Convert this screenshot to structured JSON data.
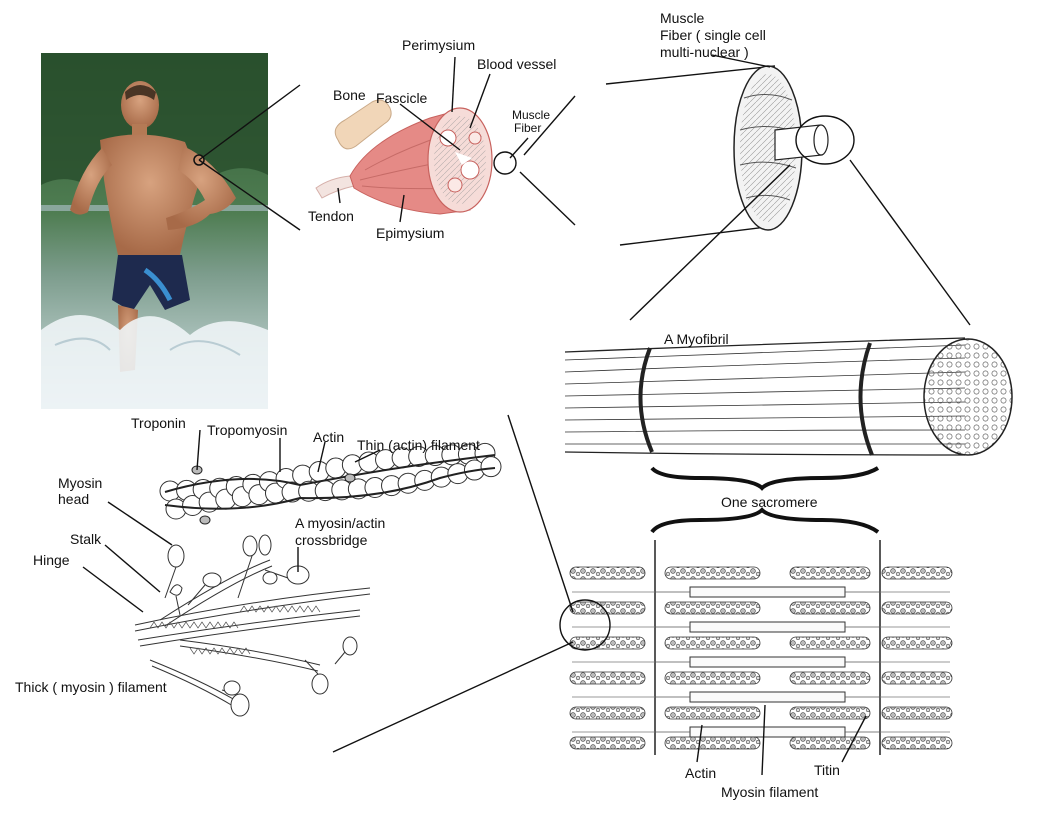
{
  "labels": {
    "bone": "Bone",
    "perimysium": "Perimysium",
    "blood_vessel": "Blood vessel",
    "fascicle": "Fascicle",
    "muscle_fiber_small_1": "Muscle",
    "muscle_fiber_small_2": "Fiber",
    "tendon": "Tendon",
    "epimysium": "Epimysium",
    "muscle_fiber_line1": "Muscle",
    "muscle_fiber_line2": "Fiber ( single cell",
    "muscle_fiber_line3": "multi-nuclear )",
    "myofibril": "A Myofibril",
    "one_sarcomere": "One sacromere",
    "troponin": "Troponin",
    "tropomyosin": "Tropomyosin",
    "actin_top": "Actin",
    "thin_filament": "Thin (actin) filament",
    "myosin_head_1": "Myosin",
    "myosin_head_2": "head",
    "stalk": "Stalk",
    "hinge": "Hinge",
    "crossbridge_1": "A myosin/actin",
    "crossbridge_2": "crossbridge",
    "thick_filament": "Thick ( myosin ) filament",
    "actin_bottom": "Actin",
    "myosin_filament": "Myosin filament",
    "titin": "Titin"
  },
  "colors": {
    "muscle": "#e58a86",
    "muscle_light": "#f3c2bd",
    "bone": "#f1d6b8",
    "photo_bg": "#3c6b3f",
    "water": "#dfe9ec"
  }
}
